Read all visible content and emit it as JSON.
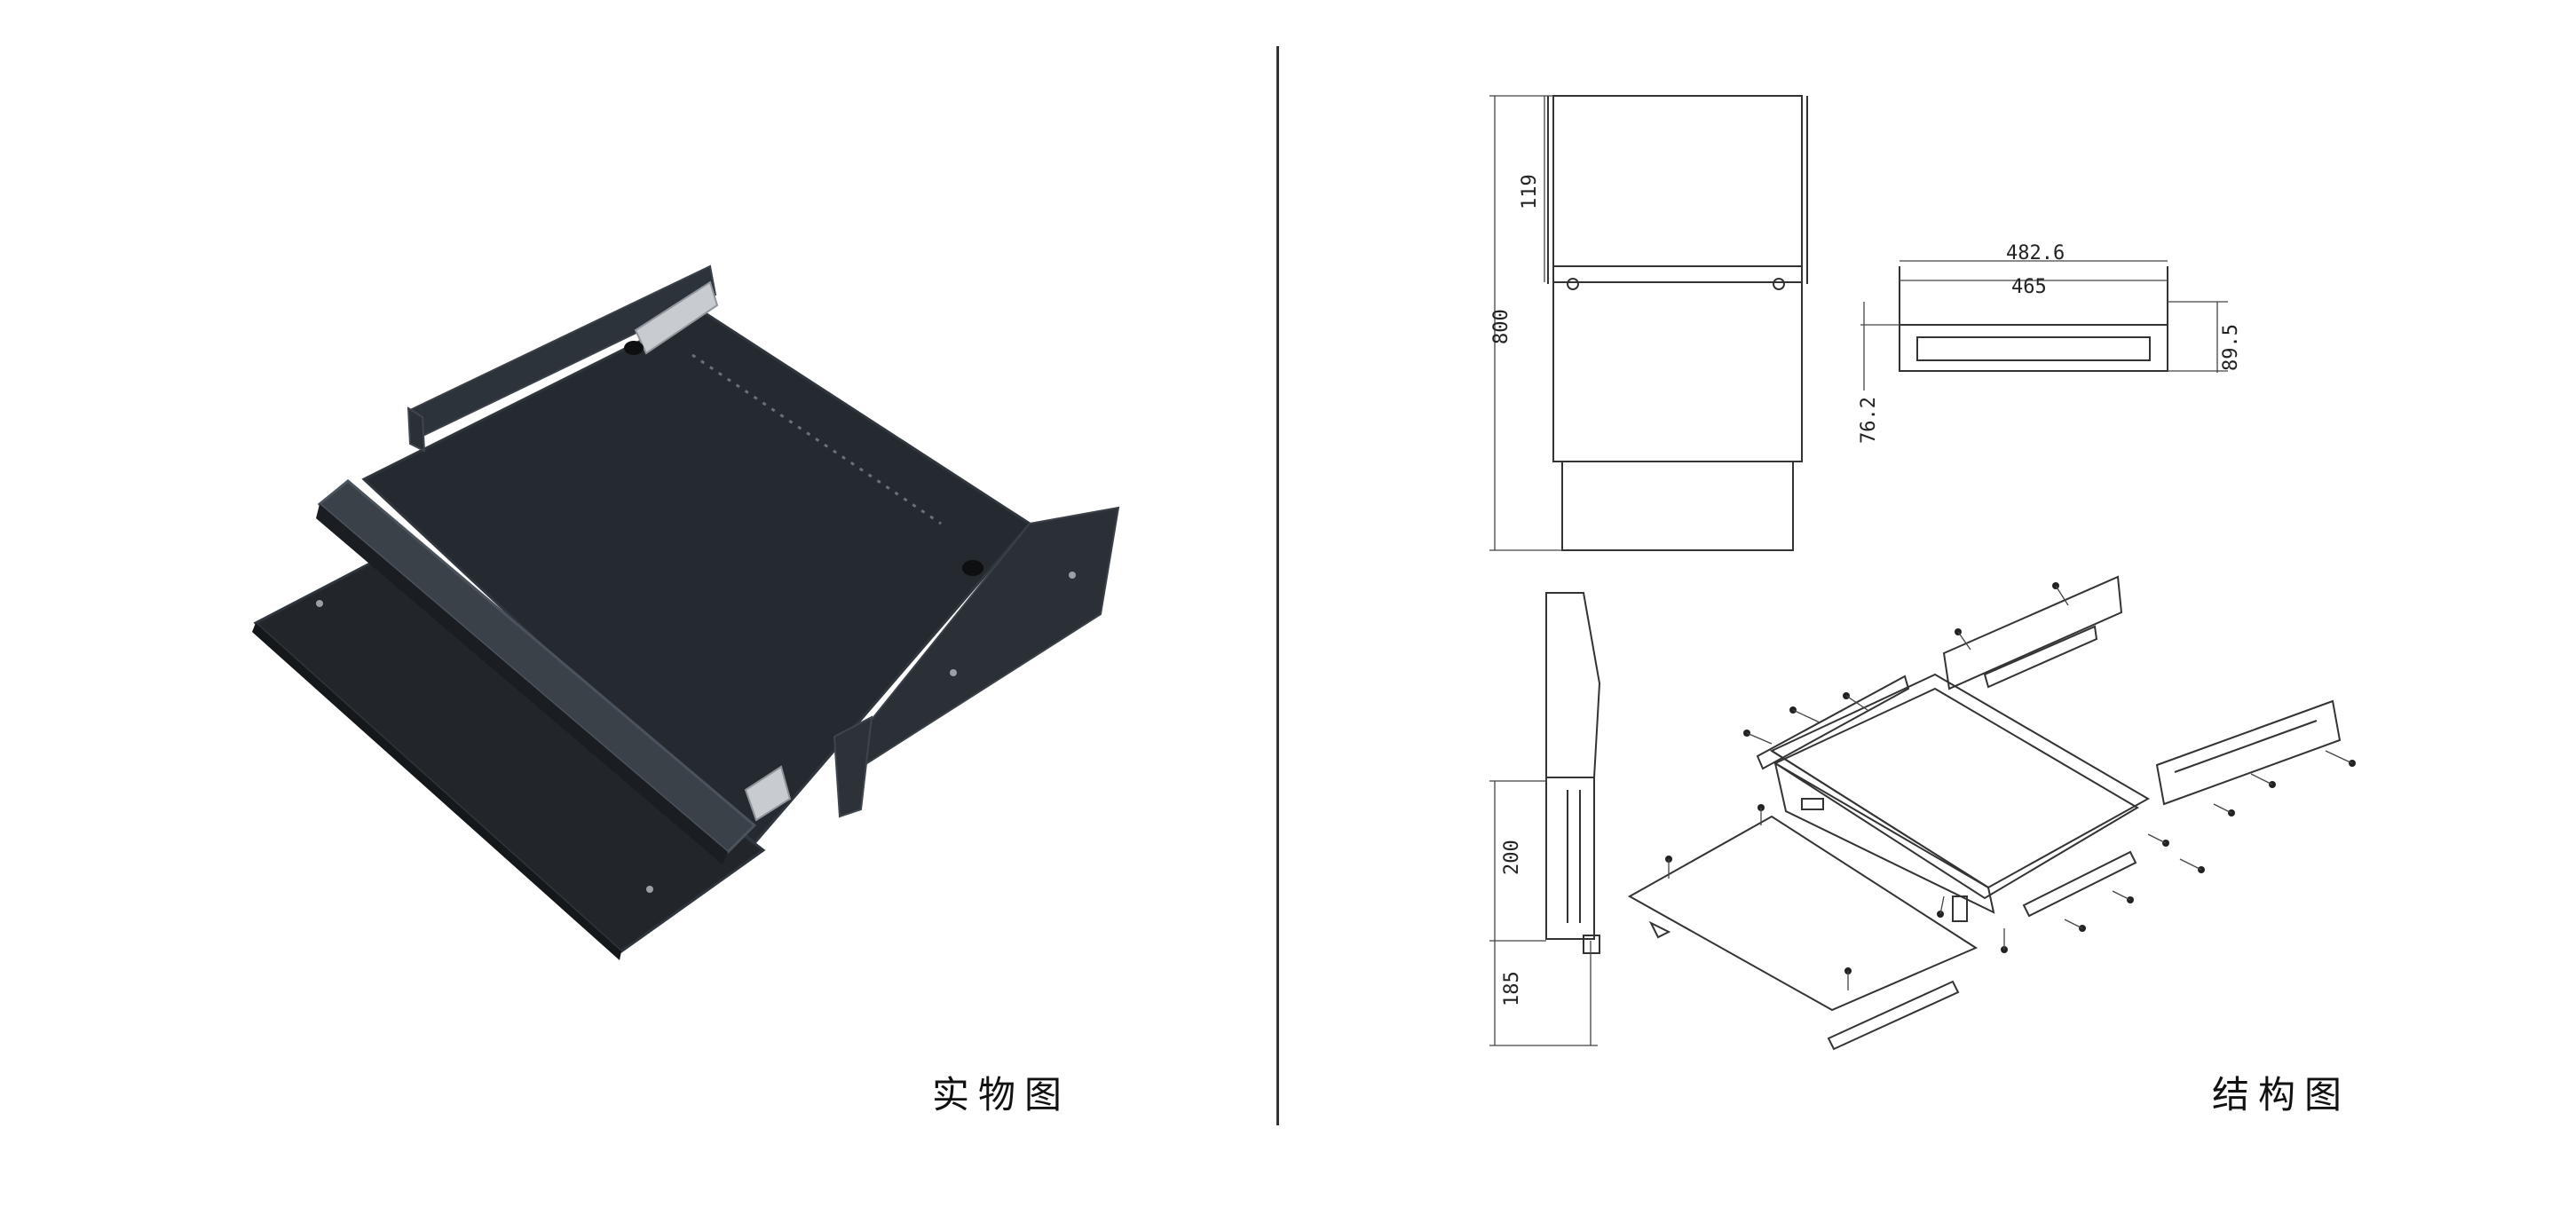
{
  "captions": {
    "left": "实物图",
    "right": "结构图"
  },
  "dimensions": {
    "d1": "119",
    "d2": "800",
    "d3": "482.6",
    "d4": "465",
    "d5": "76.2",
    "d6": "89.5",
    "d7": "200",
    "d8": "185"
  },
  "colors": {
    "tray": "#23272c",
    "tray_edge": "#3a4048",
    "rail": "#c8ccd0",
    "line": "#333333"
  }
}
